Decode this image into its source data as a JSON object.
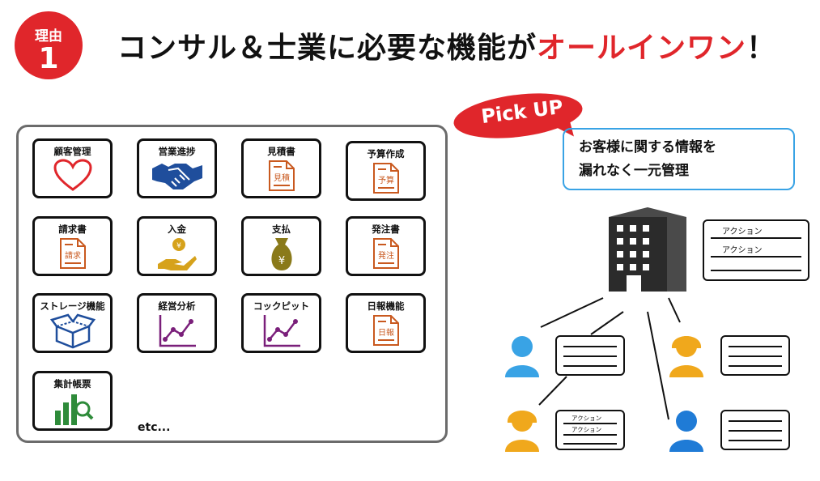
{
  "badge": {
    "line1": "理由",
    "line2": "1"
  },
  "headline": {
    "part1": "コンサル＆士業に必要な機能が",
    "part2": "オールインワン",
    "part3": "！"
  },
  "colors": {
    "accent_red": "#e0262b",
    "blue": "#39a3e5",
    "navy": "#1f4e9c",
    "orange": "#c9591f",
    "gold": "#d6a21b",
    "purple": "#7a1f7a",
    "green": "#2e8b3a"
  },
  "features": [
    {
      "label": "顧客管理",
      "icon": "heart-icon"
    },
    {
      "label": "営業進捗",
      "icon": "handshake-icon"
    },
    {
      "label": "見積書",
      "icon": "document-icon",
      "doc": "見積"
    },
    {
      "label": "予算作成",
      "icon": "document-icon",
      "doc": "予算"
    },
    {
      "label": "請求書",
      "icon": "document-icon",
      "doc": "請求"
    },
    {
      "label": "入金",
      "icon": "coin-hand-icon"
    },
    {
      "label": "支払",
      "icon": "money-bag-icon"
    },
    {
      "label": "発注書",
      "icon": "document-icon",
      "doc": "発注"
    },
    {
      "label": "ストレージ機能",
      "icon": "box-icon"
    },
    {
      "label": "経営分析",
      "icon": "line-chart-icon"
    },
    {
      "label": "コックピット",
      "icon": "line-chart-icon"
    },
    {
      "label": "日報機能",
      "icon": "document-icon",
      "doc": "日報"
    },
    {
      "label": "集計帳票",
      "icon": "bar-chart-search-icon"
    }
  ],
  "etc": "etc...",
  "pickup": {
    "bubble": "Pick UP",
    "line1": "お客様に関する情報を",
    "line2": "漏れなく一元管理"
  },
  "action_label": "アクション"
}
